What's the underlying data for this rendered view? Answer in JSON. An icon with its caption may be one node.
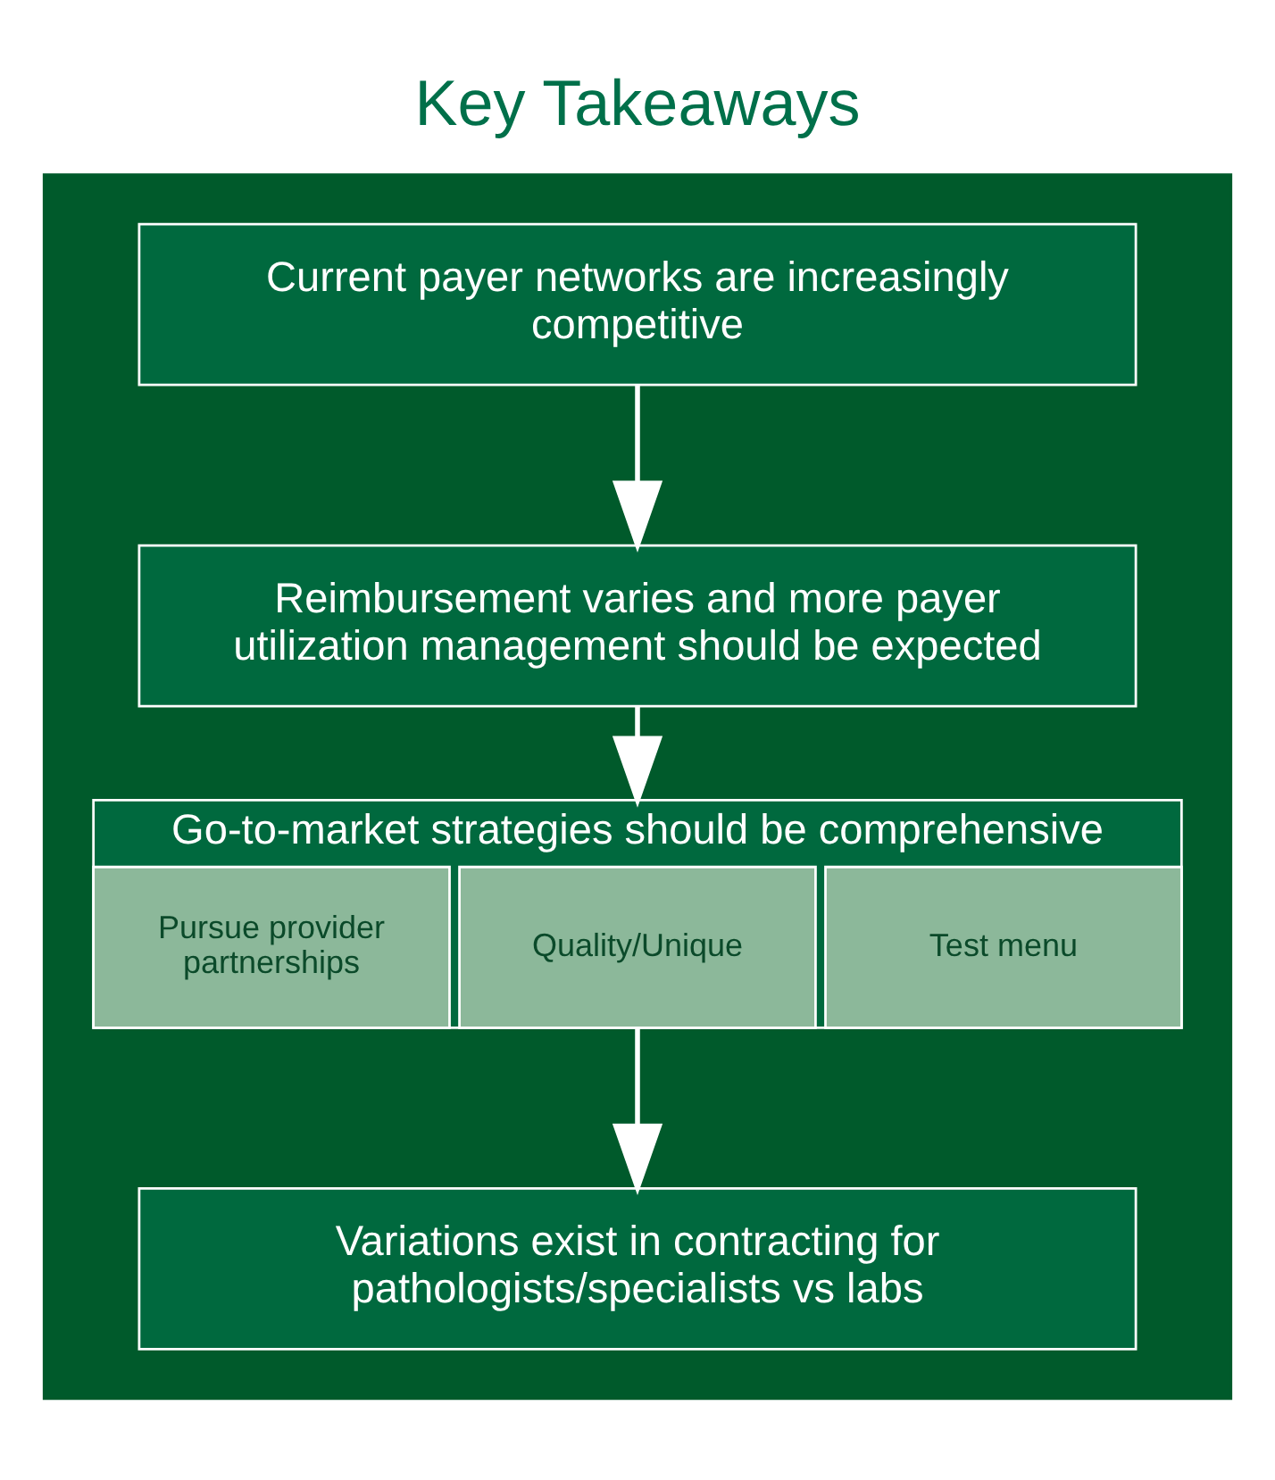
{
  "diagram": {
    "title": "Key Takeaways",
    "nodes": [
      {
        "text": [],
        "shape": "box"
      },
      {
        "text": [
          "Current payer networks are increasingly competitive"
        ],
        "in": 0
      },
      {
        "text": [
          "Reimbursement varies and more payer utilization management should be expected"
        ],
        "in": 0
      },
      {
        "text": [
          "Go-to-market strategies should be comprehensive"
        ],
        "in": 0
      },
      {
        "text": [
          "Test menu"
        ],
        "in": 3
      },
      {
        "text": [
          "Quality/Unique"
        ],
        "in": 3
      },
      {
        "text": [
          "Pursue provider partnerships"
        ],
        "in": 3
      },
      {
        "text": [
          "Variations exist in contracting for pathologists/specialists vs labs"
        ],
        "in": 0
      }
    ],
    "edges": [
      {
        "from": 1,
        "to": 2,
        "arrow": "to"
      },
      {
        "from": 2,
        "to": 3,
        "arrow": "to"
      },
      {
        "from": 3,
        "to": 7,
        "arrow": "to"
      }
    ]
  }
}
